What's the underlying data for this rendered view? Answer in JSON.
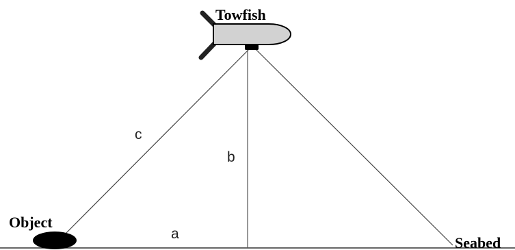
{
  "labels": {
    "towfish": "Towfish",
    "object": "Object",
    "seabed": "Seabed",
    "side_a": "a",
    "side_b": "b",
    "side_c": "c"
  },
  "colors": {
    "line": "#333333",
    "towfish_body": "#d2d2d2",
    "towfish_outline": "#000000",
    "fins": "#222222",
    "object": "#000000"
  }
}
